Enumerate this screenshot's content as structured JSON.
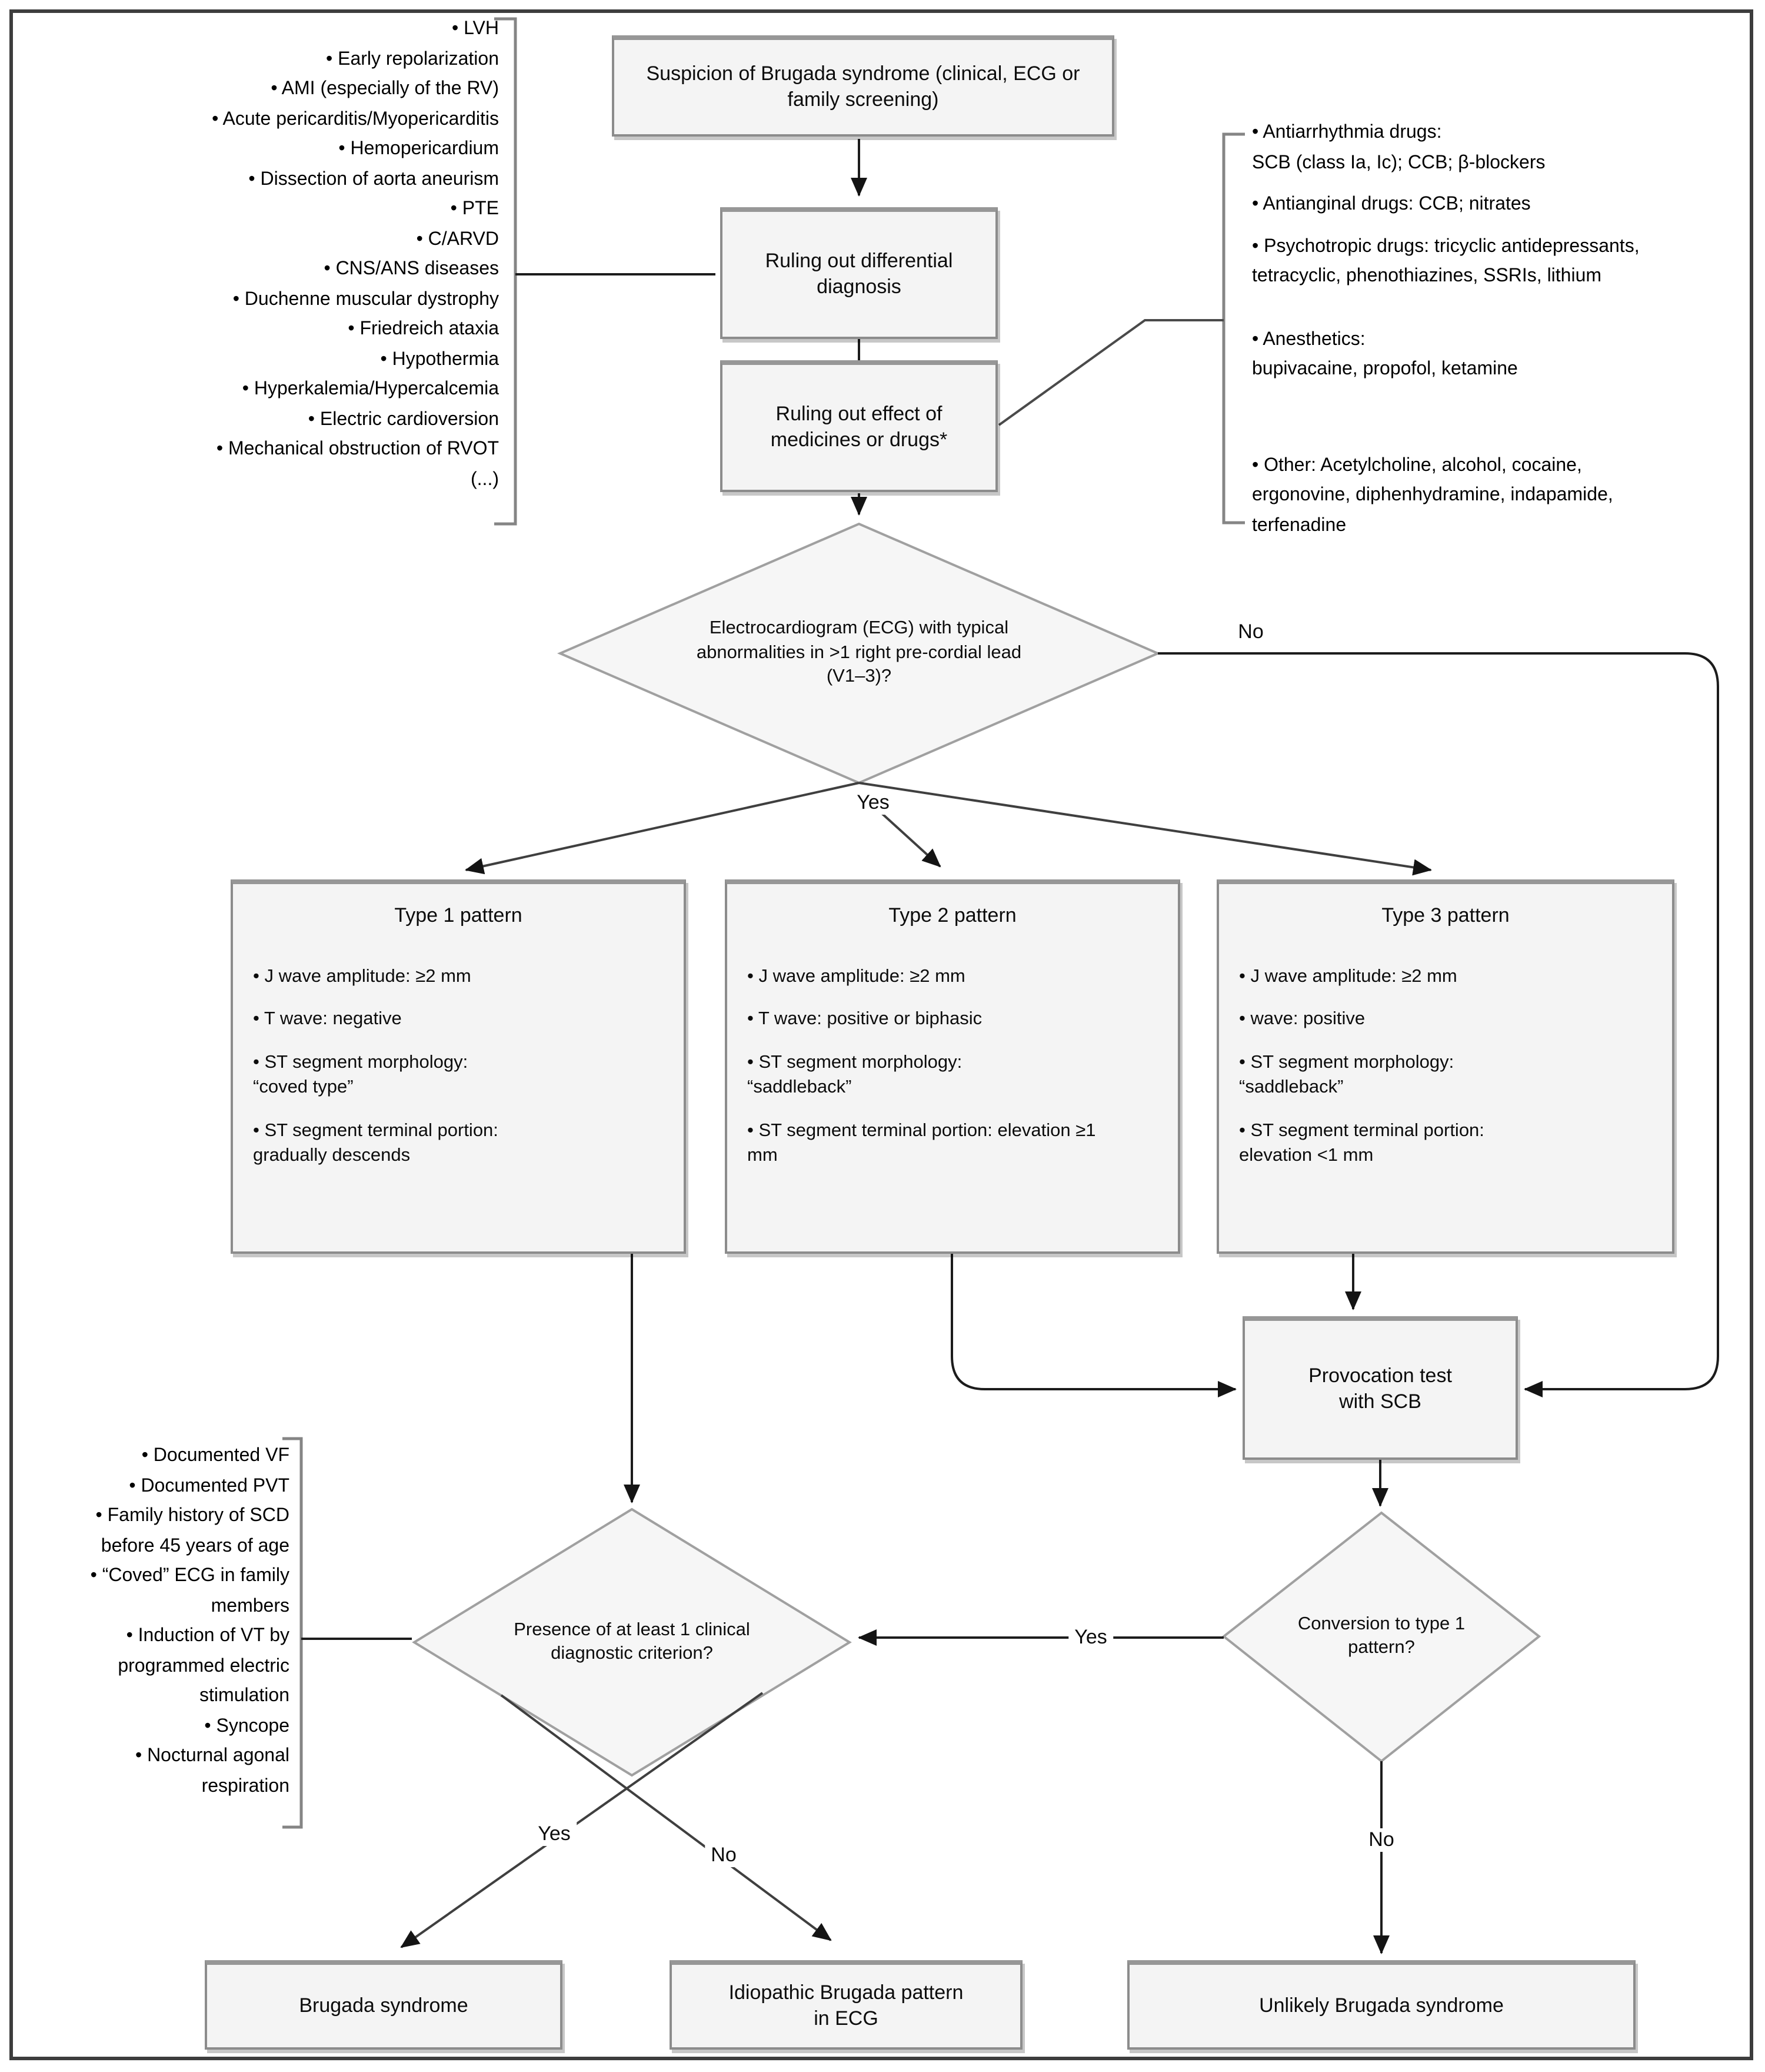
{
  "nodes": {
    "suspicion": {
      "label": "Suspicion of Brugada syndrome (clinical, ECG or family screening)"
    },
    "ruling_diff": {
      "label": "Ruling out differential diagnosis"
    },
    "ruling_effect": {
      "label": "Ruling out effect of medicines or drugs*"
    },
    "ecg": {
      "label": "Electrocardiogram (ECG) with typical abnormalities in >1 right pre-cordial lead (V1–3)?"
    },
    "type1": {
      "title": "Type 1 pattern",
      "lines": [
        "• J wave amplitude: ≥2 mm",
        "• T wave: negative",
        "• ST segment morphology:",
        "“coved type”",
        "• ST segment terminal portion:",
        "gradually descends"
      ]
    },
    "type2": {
      "title": "Type 2 pattern",
      "lines": [
        "• J wave amplitude: ≥2 mm",
        "• T wave: positive or biphasic",
        "• ST segment morphology:",
        "“saddleback”",
        "• ST segment terminal portion: elevation ≥1",
        "mm"
      ]
    },
    "type3": {
      "title": "Type 3 pattern",
      "lines": [
        "• J wave amplitude: ≥2 mm",
        "•  wave: positive",
        "• ST segment morphology:",
        "“saddleback”",
        "• ST segment terminal portion:",
        "elevation <1 mm"
      ]
    },
    "provocation": {
      "label": "Provocation test with SCB"
    },
    "presence": {
      "label": "Presence of at least 1 clinical diagnostic criterion?"
    },
    "conversion": {
      "label": "Conversion to type 1 pattern?"
    },
    "brugada": {
      "label": "Brugada syndrome"
    },
    "idiopathic": {
      "label": "Idiopathic Brugada pattern in ECG"
    },
    "unlikely": {
      "label": "Unlikely Brugada syndrome"
    }
  },
  "lists": {
    "differential": {
      "items": [
        "• LVH",
        "• Early repolarization",
        "• AMI (especially of the RV)",
        "• Acute pericarditis/Myopericarditis",
        "• Hemopericardium",
        "• Dissection of aorta aneurism",
        "• PTE",
        "• C/ARVD",
        "• CNS/ANS diseases",
        "• Duchenne muscular dystrophy",
        "• Friedreich ataxia",
        "• Hypothermia",
        "• Hyperkalemia/Hypercalcemia",
        "• Electric cardioversion",
        "• Mechanical obstruction of RVOT",
        "(...)"
      ]
    },
    "drugs": {
      "items": [
        "• Antiarrhythmia drugs:",
        "SCB (class Ia, Ic); CCB; β-blockers",
        "• Antianginal drugs: CCB; nitrates",
        "• Psychotropic drugs: tricyclic antidepressants,",
        "tetracyclic, phenothiazines, SSRIs, lithium",
        "• Anesthetics:",
        "bupivacaine, propofol, ketamine",
        "• Other: Acetylcholine, alcohol, cocaine,",
        "ergonovine, diphenhydramine, indapamide,",
        "terfenadine"
      ]
    },
    "criteria": {
      "items": [
        "• Documented VF",
        "• Documented PVT",
        "• Family history of SCD",
        "before 45 years of age",
        "• “Coved” ECG in family",
        "members",
        "• Induction of VT by",
        "programmed electric",
        "stimulation",
        "• Syncope",
        "• Nocturnal agonal",
        "respiration"
      ]
    }
  },
  "edge_labels": {
    "ecg_yes": "Yes",
    "ecg_no": "No",
    "presence_yes": "Yes",
    "presence_no": "No",
    "conversion_yes": "Yes",
    "conversion_no": "No"
  },
  "colors": {
    "node_fill": "#f4f4f4",
    "node_border": "#8c8c8c",
    "diamond_fill": "#f6f6f6",
    "diamond_border": "#a0a0a0",
    "line": "#1c1c1c",
    "frame": "#3d3d3d"
  }
}
